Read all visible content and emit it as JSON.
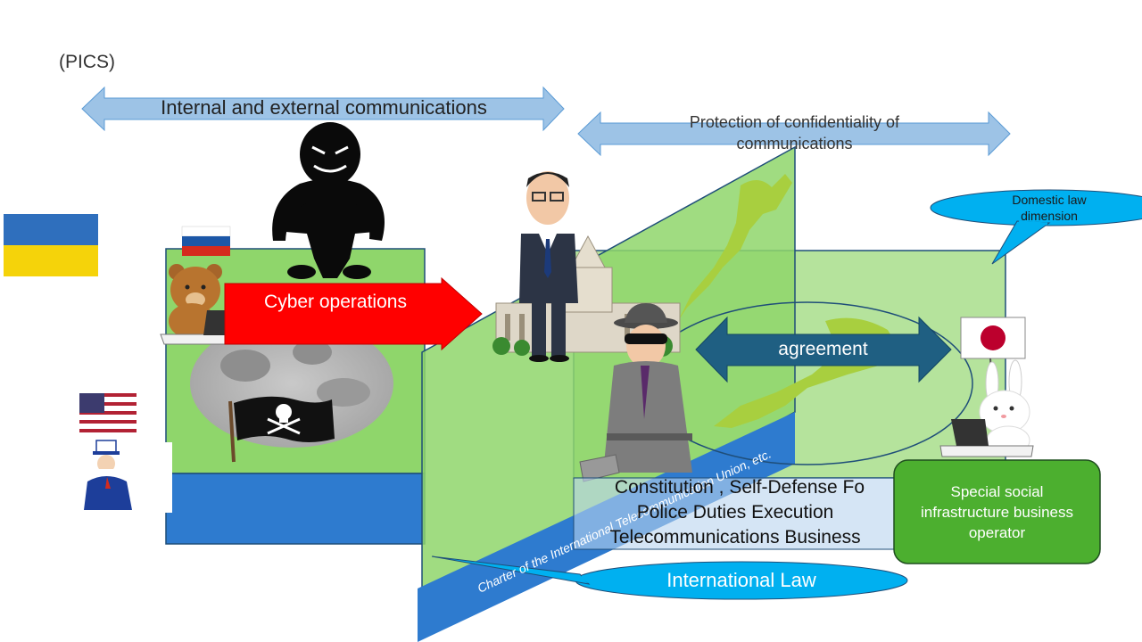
{
  "header": {
    "label": "(PICS)"
  },
  "arrows": {
    "internal_external": "Internal and external communications",
    "confidentiality_line1": "Protection of confidentiality of",
    "confidentiality_line2": "communications",
    "cyber": "Cyber operations",
    "agreement": "agreement"
  },
  "callouts": {
    "domestic_line1": "Domestic law",
    "domestic_line2": "dimension",
    "international": "International Law"
  },
  "laws": {
    "line1": "Constitution , Self-Defense Fo",
    "line2": "Police Duties Execution",
    "line3": "Telecommunications Business"
  },
  "charter": {
    "text": "Charter of the International Telecommunication Union, etc."
  },
  "operator": {
    "line1": "Special social",
    "line2": "infrastructure business",
    "line3": "operator"
  },
  "colors": {
    "plane_green": "#8fd66b",
    "plane_light_green": "#b5e39c",
    "border_navy": "#1f4e79",
    "blue_band": "#2e7bcf",
    "arrow_light_blue": "#9dc3e6",
    "arrow_dark_teal": "#1f5f82",
    "callout_cyan": "#00b0f0",
    "cyber_red": "#ff0000",
    "operator_green": "#4caf2f"
  }
}
